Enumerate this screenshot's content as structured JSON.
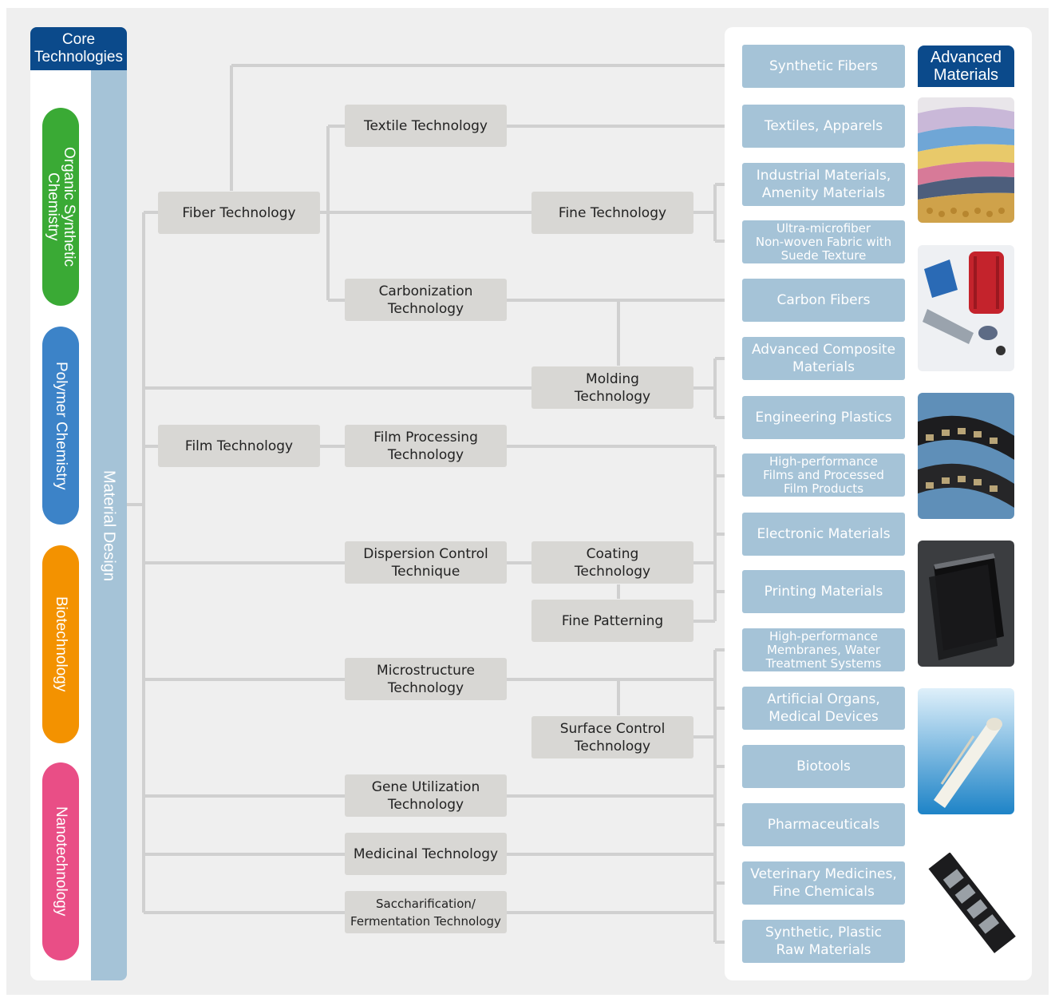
{
  "core_header": "Core\nTechnologies",
  "core_pills": [
    {
      "label": "Organic Synthetic\nChemistry",
      "color": "#3aaa35"
    },
    {
      "label": "Polymer Chemistry",
      "color": "#3c83c8"
    },
    {
      "label": "Biotechnology",
      "color": "#f39200"
    },
    {
      "label": "Nanotechnology",
      "color": "#e94e86"
    }
  ],
  "material_design": "Material Design",
  "tech_col1": {
    "fiber": "Fiber Technology",
    "film": "Film Technology"
  },
  "tech_col2": {
    "textile": "Textile Technology",
    "carbonization": "Carbonization\nTechnology",
    "film_processing": "Film Processing\nTechnology",
    "dispersion": "Dispersion Control\nTechnique",
    "microstructure": "Microstructure\nTechnology",
    "gene": "Gene Utilization\nTechnology",
    "medicinal": "Medicinal Technology",
    "saccharification": "Saccharification/\nFermentation Technology"
  },
  "tech_col3": {
    "fine": "Fine Technology",
    "molding": "Molding\nTechnology",
    "coating": "Coating\nTechnology",
    "fine_patterning": "Fine Patterning",
    "surface": "Surface Control\nTechnology"
  },
  "advanced_header": "Advanced\nMaterials",
  "materials": {
    "synthetic_fibers": "Synthetic Fibers",
    "textiles": "Textiles, Apparels",
    "industrial": "Industrial Materials,\nAmenity Materials",
    "ultra": "Ultra-microfiber\nNon-woven Fabric with\nSuede Texture",
    "carbon": "Carbon Fibers",
    "composite": "Advanced Composite\nMaterials",
    "engineering": "Engineering Plastics",
    "films": "High-performance\nFilms and Processed\nFilm Products",
    "electronic": "Electronic Materials",
    "printing": "Printing Materials",
    "membranes": "High-performance\nMembranes, Water\nTreatment Systems",
    "organs": "Artificial Organs,\nMedical Devices",
    "biotools": "Biotools",
    "pharma": "Pharmaceuticals",
    "veterinary": "Veterinary Medicines,\nFine Chemicals",
    "raw": "Synthetic, Plastic\nRaw Materials"
  },
  "photos": [
    "fabrics-photo",
    "carbon-products-photo",
    "film-reels-photo",
    "black-sheets-photo",
    "membrane-module-photo",
    "chip-strip-photo"
  ],
  "colors": {
    "header_blue": "#0b4a8b",
    "tech_box": "#d8d7d4",
    "material_box": "#a5c3d7",
    "material_design_bar": "#a5c3d7",
    "connector": "#d0d0d0",
    "background": "#efefef"
  }
}
